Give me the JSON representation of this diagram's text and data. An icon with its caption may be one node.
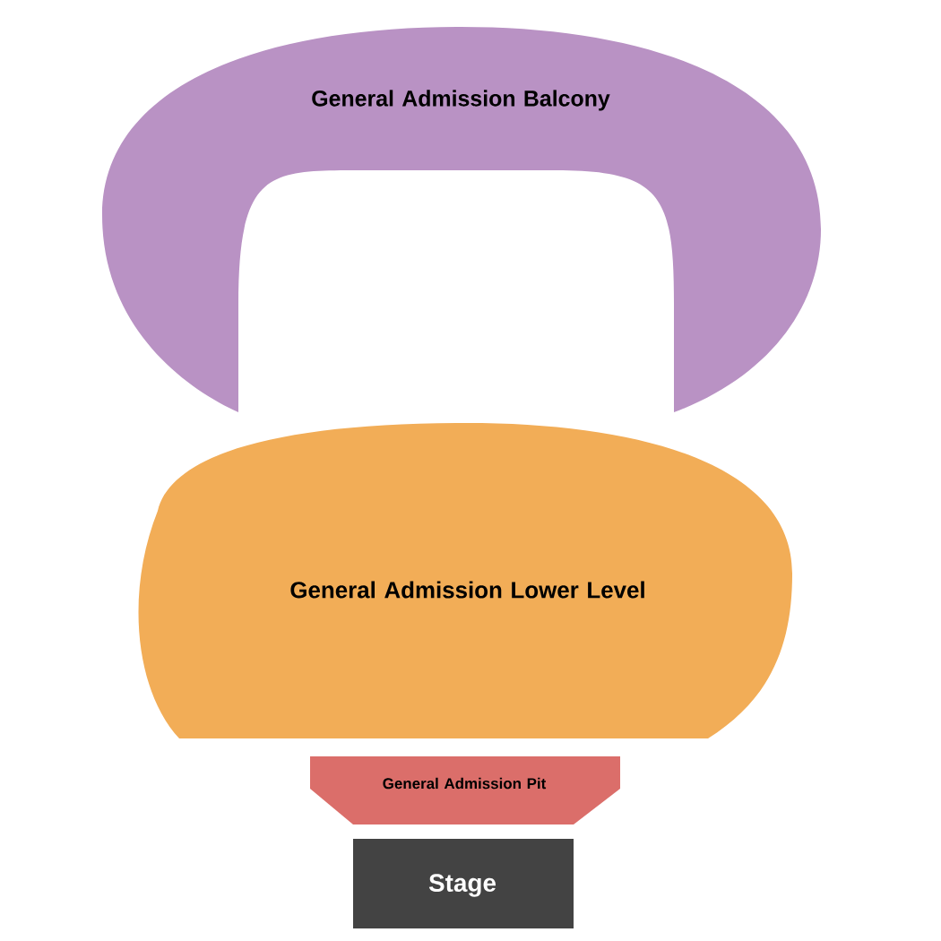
{
  "diagram": {
    "nodes": [
      {
        "text": [
          "General Admission Balcony"
        ]
      },
      {
        "text": [
          "General Admission Lower Level"
        ]
      },
      {
        "text": [
          "General Admission Pit"
        ]
      },
      {
        "text": [
          "Stage"
        ]
      }
    ]
  }
}
